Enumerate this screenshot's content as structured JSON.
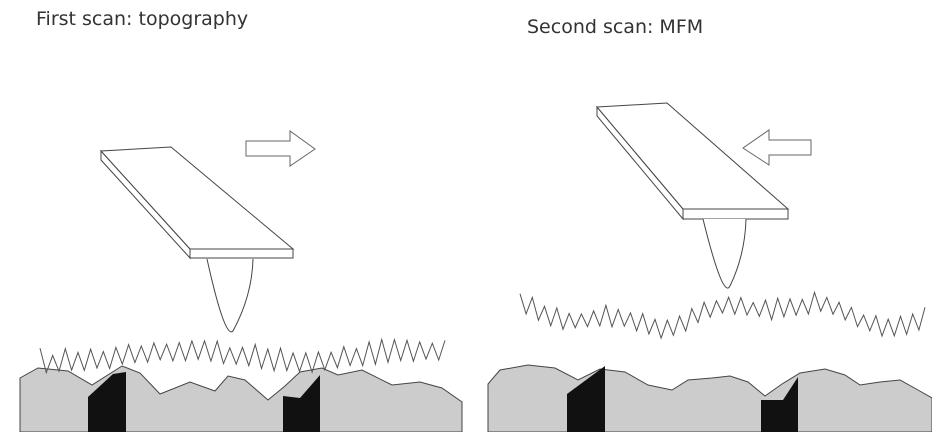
{
  "panels": {
    "left": {
      "title": "First scan: topography",
      "scan_direction": "right"
    },
    "right": {
      "title": "Second scan: MFM",
      "scan_direction": "left"
    }
  },
  "colors": {
    "sample": "#cccccc",
    "magnetic_domain": "#111111",
    "outline": "#444444"
  }
}
